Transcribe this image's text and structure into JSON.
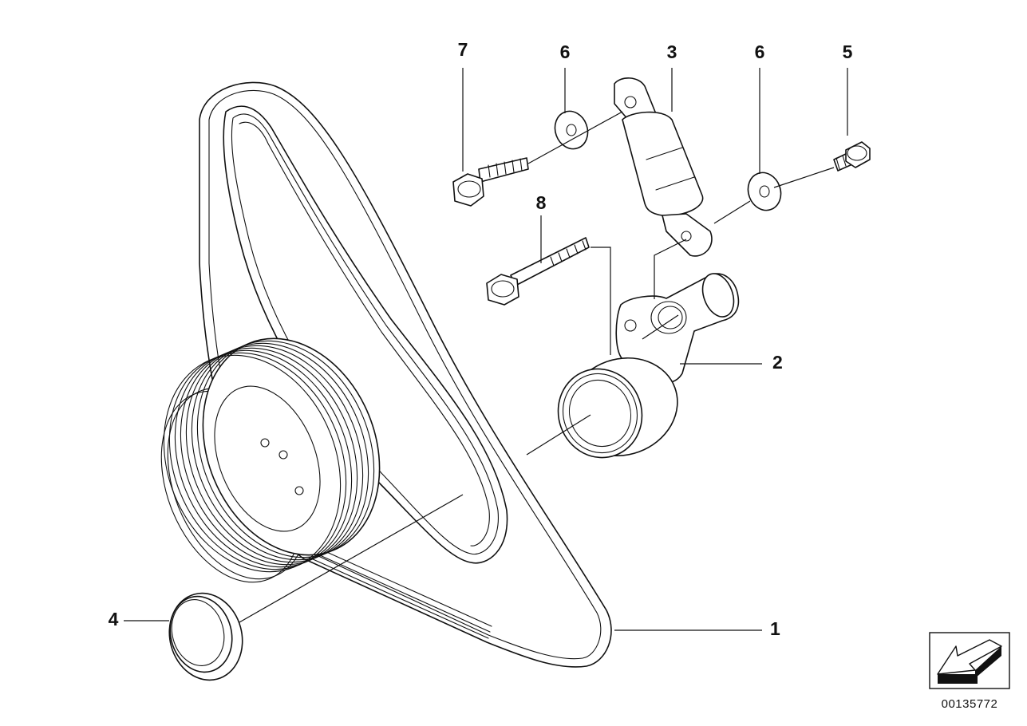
{
  "diagram": {
    "type": "parts-exploded-view",
    "subject": "belt drive: ribbed V-belt, tensioner, pulleys",
    "callouts": [
      {
        "id": "c1",
        "label": "1"
      },
      {
        "id": "c2",
        "label": "2"
      },
      {
        "id": "c3",
        "label": "3"
      },
      {
        "id": "c4",
        "label": "4"
      },
      {
        "id": "c5",
        "label": "5"
      },
      {
        "id": "c6a",
        "label": "6"
      },
      {
        "id": "c6b",
        "label": "6"
      },
      {
        "id": "c7",
        "label": "7"
      },
      {
        "id": "c8",
        "label": "8"
      }
    ],
    "document_number": "00135772",
    "colors": {
      "line": "#111111",
      "background": "#ffffff",
      "badge_fill": "#111111"
    }
  }
}
